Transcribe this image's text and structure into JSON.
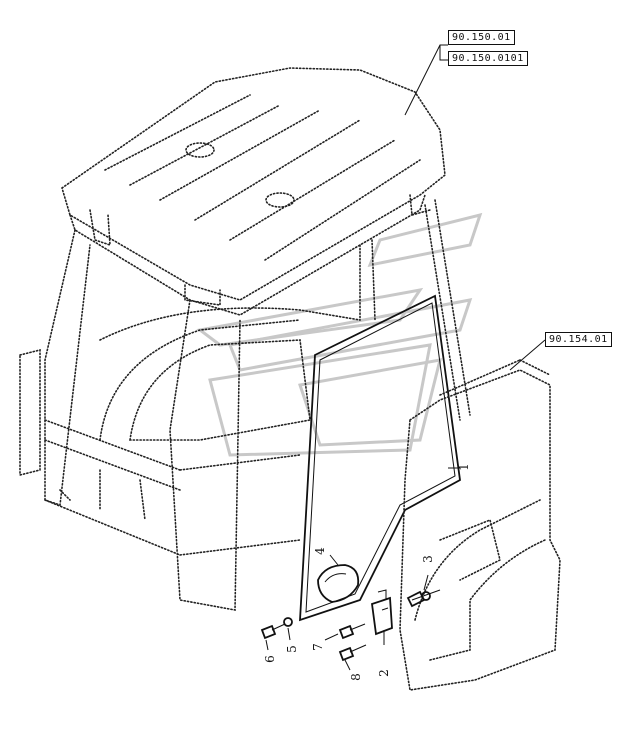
{
  "references": {
    "roof_ref_1": "90.150.01",
    "roof_ref_2": "90.150.0101",
    "door_ref": "90.154.01"
  },
  "callouts": {
    "c1": "1",
    "c2": "2",
    "c3": "3",
    "c4": "4",
    "c5": "5",
    "c6": "6",
    "c7": "7",
    "c8": "8"
  }
}
